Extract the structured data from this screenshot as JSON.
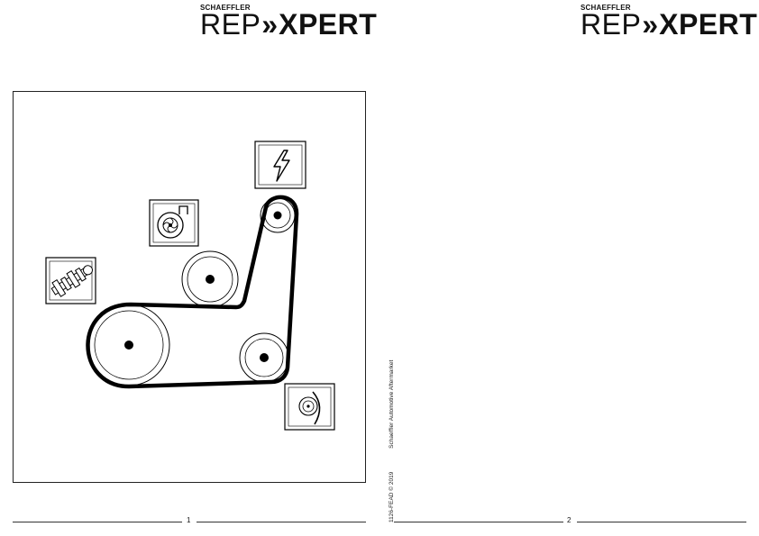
{
  "brand": {
    "company": "SCHAEFFLER",
    "logo_rep": "REP",
    "logo_chevron": "»",
    "logo_xpert": "XPERT"
  },
  "diagram": {
    "pulleys": [
      {
        "name": "crankshaft-pulley",
        "icon": "crankshaft-icon"
      },
      {
        "name": "water-pump-pulley",
        "icon": "water-pump-icon"
      },
      {
        "name": "alternator-pulley",
        "icon": "lightning-icon"
      },
      {
        "name": "tensioner-pulley",
        "icon": "tensioner-icon"
      }
    ]
  },
  "side_text": {
    "code": "1126-FEAD © 2019",
    "publisher": "Schaeffler Automotive Aftermarket"
  },
  "pages": [
    {
      "number": "1"
    },
    {
      "number": "2"
    }
  ]
}
